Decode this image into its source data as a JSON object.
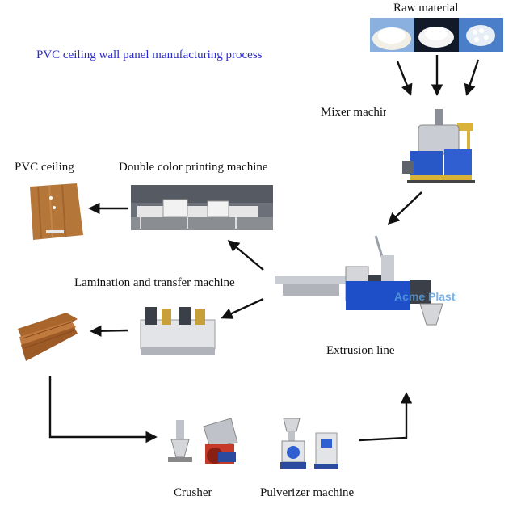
{
  "diagram": {
    "title": "PVC ceiling wall panel manufacturing process",
    "labels": {
      "raw_material": "Raw material",
      "mixer": "Mixer machine",
      "pvc_ceiling": "PVC ceiling",
      "printing": "Double color printing  machine",
      "lamination": "Lamination and transfer machine",
      "extrusion": "Extrusion line",
      "crusher": "Crusher",
      "pulverizer": "Pulverizer machine"
    },
    "watermark": "Acme Plastic"
  },
  "colors": {
    "title": "#2a2ad0",
    "machine_blue": "#1f4fc8",
    "wood": "#b5763a",
    "arrow": "#111111"
  }
}
